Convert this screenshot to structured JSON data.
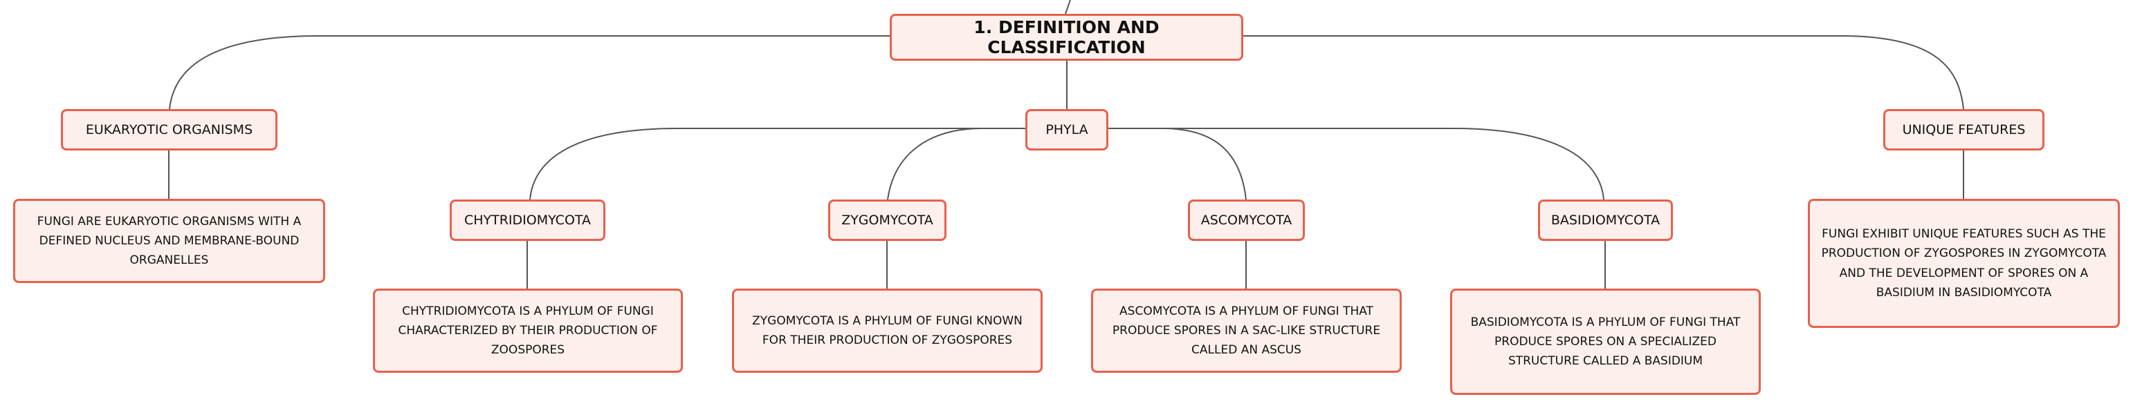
{
  "colors": {
    "node_fill": "#fdf0ec",
    "node_border": "#e8604c",
    "link": "#555555"
  },
  "diagram": {
    "root": "1. DEFINITION AND CLASSIFICATION",
    "eukaryotic": {
      "label": "EUKARYOTIC ORGANISMS",
      "detail": "FUNGI ARE EUKARYOTIC ORGANISMS WITH A DEFINED NUCLEUS AND MEMBRANE-BOUND ORGANELLES"
    },
    "phyla": {
      "label": "PHYLA",
      "items": [
        {
          "label": "CHYTRIDIOMYCOTA",
          "detail": "CHYTRIDIOMYCOTA IS A PHYLUM OF FUNGI CHARACTERIZED BY THEIR PRODUCTION OF ZOOSPORES"
        },
        {
          "label": "ZYGOMYCOTA",
          "detail": "ZYGOMYCOTA IS A PHYLUM OF FUNGI KNOWN FOR THEIR PRODUCTION OF ZYGOSPORES"
        },
        {
          "label": "ASCOMYCOTA",
          "detail": "ASCOMYCOTA IS A PHYLUM OF FUNGI THAT PRODUCE SPORES IN A SAC-LIKE STRUCTURE CALLED AN ASCUS"
        },
        {
          "label": "BASIDIOMYCOTA",
          "detail": "BASIDIOMYCOTA IS A PHYLUM OF FUNGI THAT PRODUCE SPORES ON A SPECIALIZED STRUCTURE CALLED A BASIDIUM"
        }
      ]
    },
    "unique": {
      "label": "UNIQUE FEATURES",
      "detail": "FUNGI EXHIBIT UNIQUE FEATURES SUCH AS THE PRODUCTION OF ZYGOSPORES IN ZYGOMYCOTA AND THE DEVELOPMENT OF SPORES ON A BASIDIUM IN BASIDIOMYCOTA"
    }
  }
}
